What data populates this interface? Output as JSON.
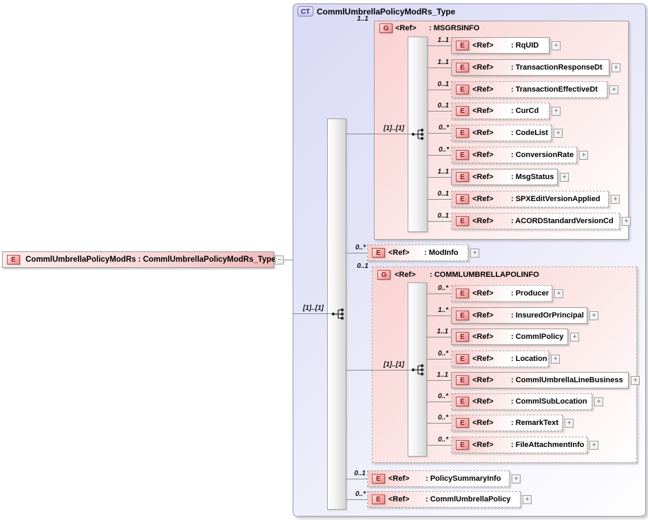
{
  "labels": {
    "ref": "<Ref>",
    "element_badge": "E",
    "group_badge": "G",
    "ct_badge": "CT",
    "expand_glyph": "+",
    "collapse_glyph": "−"
  },
  "colors": {
    "complex_type_fill": "#dadaf6",
    "group_fill": "#f9d2d2",
    "badge_border": "#b44f4f",
    "badge_text": "#8c1a1a",
    "ct_badge_text": "#2e2e7e",
    "connector_line": "#8c8c8c"
  },
  "root_element": {
    "label": "CommlUmbrellaPolicyModRs : CommlUmbrellaPolicyModRs_Type"
  },
  "complex_type": {
    "title": "CommlUmbrellaPolicyModRs_Type",
    "compositor": "sequence",
    "compositor_cardinality": "[1]..[1]",
    "children": [
      {
        "kind": "group",
        "cardinality": "1..1",
        "ref_name": ": MSGRSINFO",
        "compositor": "sequence",
        "compositor_cardinality": "[1]..[1]",
        "items": [
          {
            "cardinality": "1..1",
            "label": ": RqUID"
          },
          {
            "cardinality": "1..1",
            "label": ": TransactionResponseDt"
          },
          {
            "cardinality": "0..1",
            "label": ": TransactionEffectiveDt"
          },
          {
            "cardinality": "0..1",
            "label": ": CurCd"
          },
          {
            "cardinality": "0..*",
            "label": ": CodeList"
          },
          {
            "cardinality": "0..*",
            "label": ": ConversionRate"
          },
          {
            "cardinality": "1..1",
            "label": ": MsgStatus"
          },
          {
            "cardinality": "0..1",
            "label": ": SPXEditVersionApplied"
          },
          {
            "cardinality": "0..1",
            "label": ": ACORDStandardVersionCd"
          }
        ]
      },
      {
        "kind": "element",
        "cardinality": "0..*",
        "label": ": ModInfo"
      },
      {
        "kind": "group",
        "cardinality": "0..1",
        "ref_name": ": COMMLUMBRELLAPOLINFO",
        "compositor": "sequence",
        "compositor_cardinality": "[1]..[1]",
        "items": [
          {
            "cardinality": "0..*",
            "label": ": Producer"
          },
          {
            "cardinality": "1..*",
            "label": ": InsuredOrPrincipal"
          },
          {
            "cardinality": "1..1",
            "label": ": CommlPolicy"
          },
          {
            "cardinality": "0..*",
            "label": ": Location"
          },
          {
            "cardinality": "1..1",
            "label": ": CommlUmbrellaLineBusiness"
          },
          {
            "cardinality": "0..*",
            "label": ": CommlSubLocation"
          },
          {
            "cardinality": "0..*",
            "label": ": RemarkText"
          },
          {
            "cardinality": "0..*",
            "label": ": FileAttachmentInfo"
          }
        ]
      },
      {
        "kind": "element",
        "cardinality": "0..1",
        "label": ": PolicySummaryInfo"
      },
      {
        "kind": "element",
        "cardinality": "0..*",
        "label": ": CommlUmbrellaPolicy"
      }
    ]
  }
}
